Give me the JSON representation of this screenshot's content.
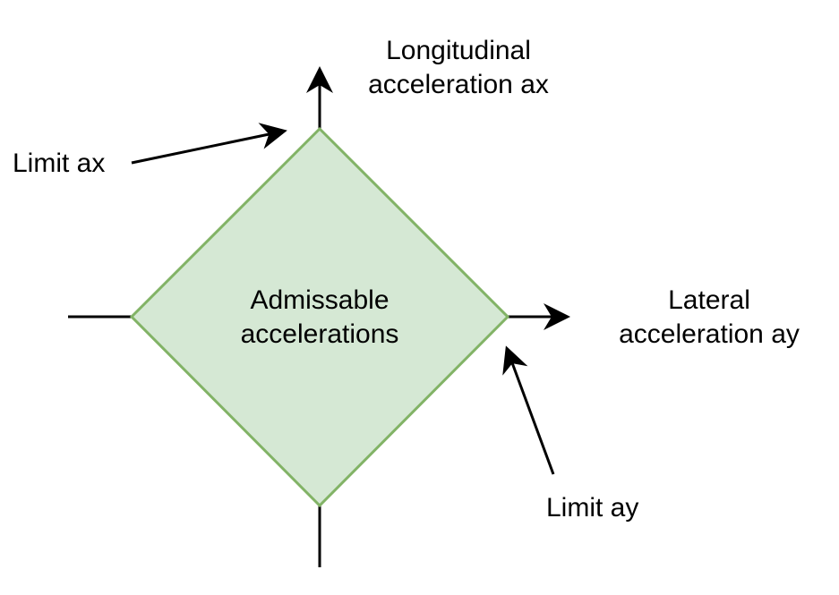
{
  "diagram": {
    "region": {
      "line1": "Admissable",
      "line2": "accelerations",
      "fill": "#d5e8d4",
      "stroke": "#82b366"
    },
    "axis_vertical": {
      "line1": "Longitudinal",
      "line2": "acceleration ax"
    },
    "axis_horizontal": {
      "line1": "Lateral",
      "line2": "acceleration ay"
    },
    "callout_ax": "Limit ax",
    "callout_ay": "Limit ay",
    "line_color": "#000000"
  }
}
